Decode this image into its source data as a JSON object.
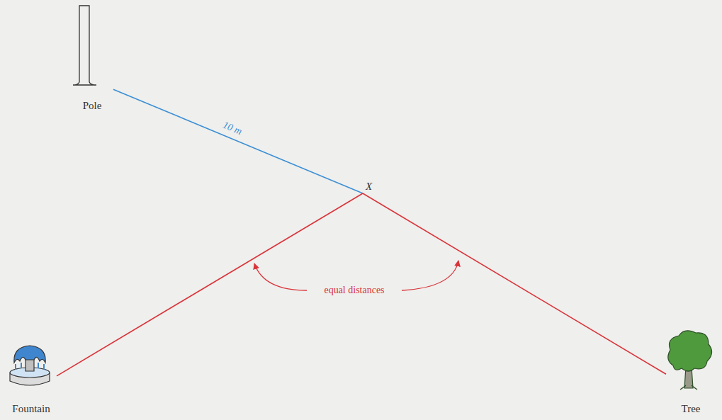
{
  "diagram": {
    "nodes": [
      {
        "text": [
          "Pole"
        ]
      },
      {
        "text": [
          "X"
        ]
      },
      {
        "text": [
          "Fountain"
        ]
      },
      {
        "text": [
          "Tree"
        ]
      }
    ],
    "edges": [
      {
        "from": 0,
        "to": 1,
        "arrow": "none",
        "label": "10 m"
      },
      {
        "from": 1,
        "to": 2,
        "arrow": "none"
      },
      {
        "from": 1,
        "to": 3,
        "arrow": "none"
      }
    ],
    "labels": [
      "equal distances"
    ]
  }
}
